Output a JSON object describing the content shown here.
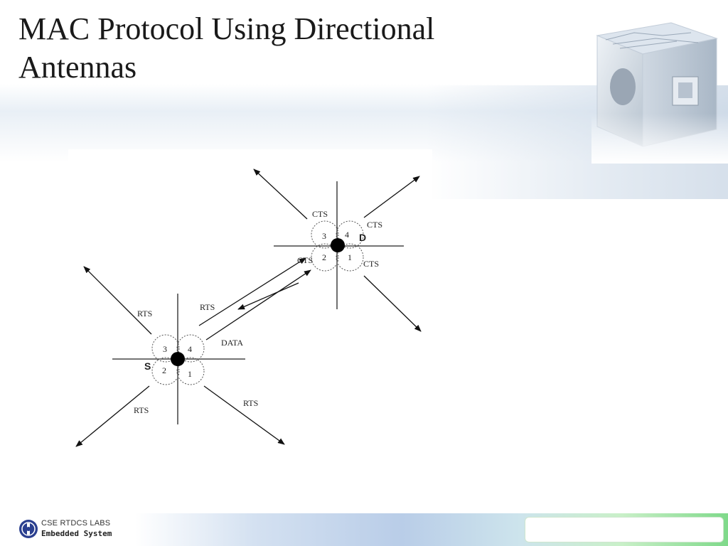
{
  "slide": {
    "title_line1": "MAC Protocol Using Directional",
    "title_line2": "Antennas"
  },
  "diagram": {
    "source_node": {
      "label": "S",
      "sectors": [
        "3",
        "4",
        "2",
        "1"
      ],
      "rts_labels": [
        "RTS",
        "RTS",
        "RTS",
        "RTS"
      ],
      "data_label": "DATA"
    },
    "dest_node": {
      "label": "D",
      "sectors": [
        "3",
        "4",
        "2",
        "1"
      ],
      "cts_labels": [
        "CTS",
        "CTS",
        "CTS",
        "CTS"
      ]
    }
  },
  "footer": {
    "lab_name": "CSE RTDCS LABS",
    "subtitle": "Embedded System"
  }
}
